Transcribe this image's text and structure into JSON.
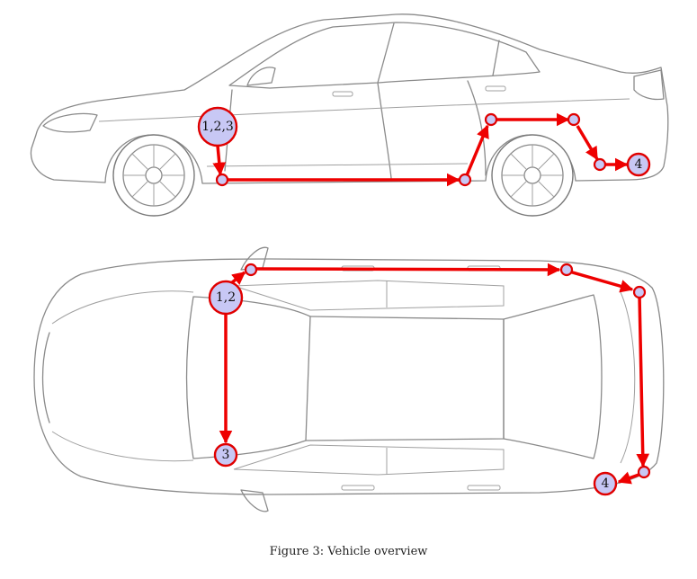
{
  "figure": {
    "caption": "Figure 3: Vehicle overview"
  },
  "side_view": {
    "labels": {
      "start": "1,2,3",
      "end": "4"
    }
  },
  "top_view": {
    "labels": {
      "start": "1,2",
      "branch_end": "3",
      "end": "4"
    }
  },
  "colors": {
    "route": "#ee0000",
    "node_fill": "#c8c8f5",
    "outline": "#8a8a8a"
  }
}
